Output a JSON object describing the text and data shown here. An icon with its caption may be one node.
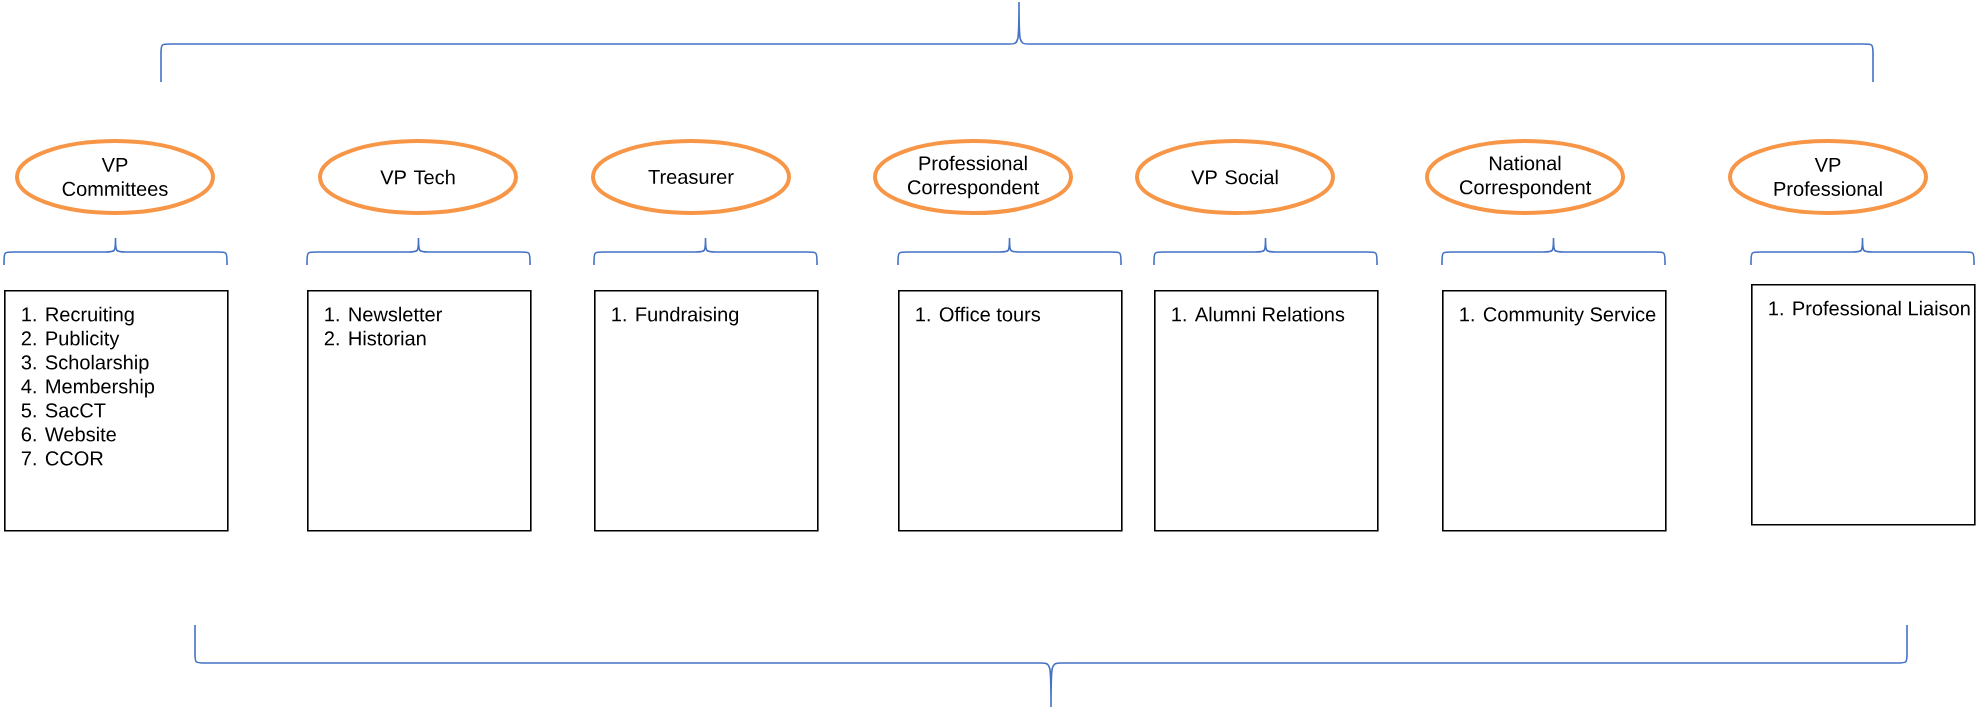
{
  "diagram": {
    "nodes": [
      {
        "text": [
          "VP Committees"
        ]
      },
      {
        "text": [
          "VP Tech"
        ]
      },
      {
        "text": [
          "Treasurer"
        ]
      },
      {
        "text": [
          "Professional Correspondent"
        ]
      },
      {
        "text": [
          "VP Social"
        ]
      },
      {
        "text": [
          "National Correspondent"
        ]
      },
      {
        "text": [
          "VP Professional"
        ]
      },
      {
        "text": [
          "1. Recruiting",
          "2. Publicity",
          "3. Scholarship",
          "4. Membership",
          "5. SacCT",
          "6. Website",
          "7. CCOR"
        ]
      },
      {
        "text": [
          "1. Newsletter",
          "2. Historian"
        ]
      },
      {
        "text": [
          "1. Fundraising"
        ]
      },
      {
        "text": [
          "1. Office tours"
        ]
      },
      {
        "text": [
          "1. Alumni Relations"
        ]
      },
      {
        "text": [
          "1. Community Service"
        ]
      },
      {
        "text": [
          "1. Professional Liaison"
        ]
      }
    ]
  }
}
